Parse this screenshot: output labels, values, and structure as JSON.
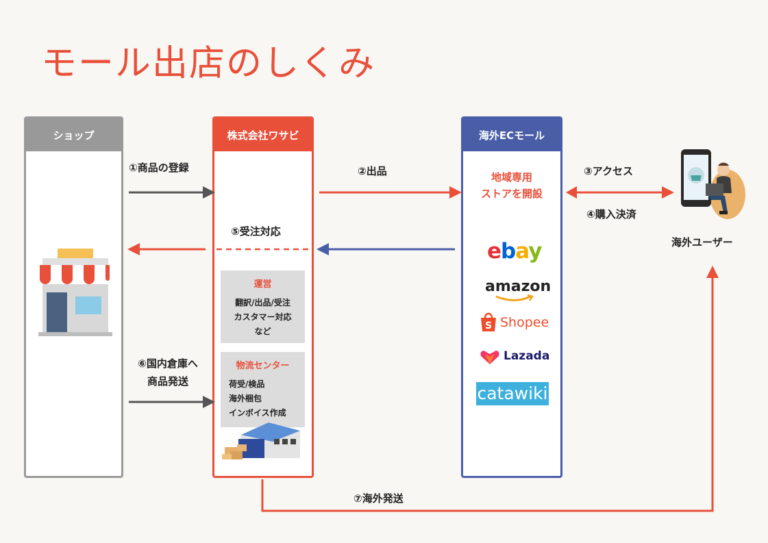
{
  "title": "モール出店のしくみ",
  "shop": {
    "header": "ショップ"
  },
  "wasabi": {
    "header": "株式会社ワサビ",
    "ops": {
      "heading": "運営",
      "lines": [
        "翻訳/出品/受注",
        "カスタマー対応",
        "など"
      ]
    },
    "logistics": {
      "heading": "物流センター",
      "lines": [
        "荷受/検品",
        "海外梱包",
        "インボイス作成"
      ]
    }
  },
  "mall": {
    "header": "海外ECモール",
    "sub": [
      "地域専用",
      "ストアを開設"
    ],
    "logos": [
      "ebay",
      "amazon",
      "Shopee",
      "Lazada",
      "catawiki"
    ]
  },
  "user": {
    "label": "海外ユーザー"
  },
  "steps": {
    "s1": "①商品の登録",
    "s2": "②出品",
    "s3": "③アクセス",
    "s4": "④購入決済",
    "s5": "⑤受注対応",
    "s6": [
      "⑥国内倉庫へ",
      "商品発送"
    ],
    "s7": "⑦海外発送"
  },
  "colors": {
    "red": "#e8503a",
    "blue": "#4a5ea8",
    "gray": "#999999",
    "dark_arrow": "#555555"
  }
}
